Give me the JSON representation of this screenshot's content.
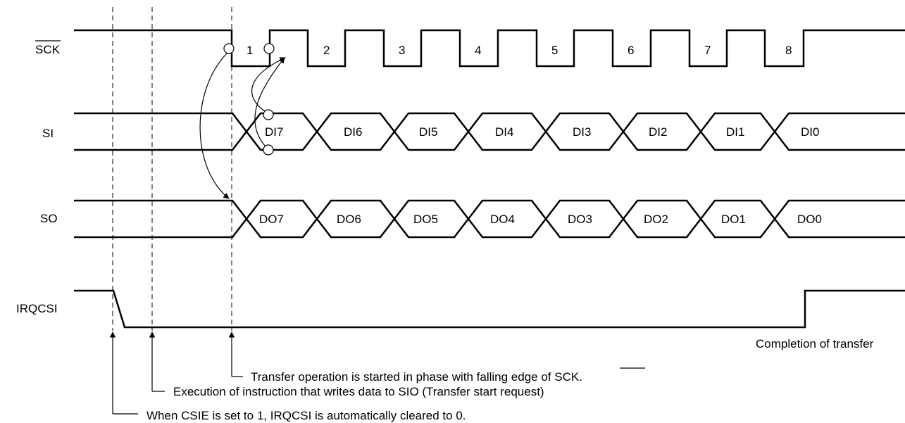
{
  "signals": {
    "sck": "SCK",
    "si": "SI",
    "so": "SO",
    "irqcsi": "IRQCSI"
  },
  "clock_numbers": [
    "1",
    "2",
    "3",
    "4",
    "5",
    "6",
    "7",
    "8"
  ],
  "si_data": [
    "DI7",
    "DI6",
    "DI5",
    "DI4",
    "DI3",
    "DI2",
    "DI1",
    "DI0"
  ],
  "so_data": [
    "DO7",
    "DO6",
    "DO5",
    "DO4",
    "DO3",
    "DO2",
    "DO1",
    "DO0"
  ],
  "annotations": {
    "completion": "Completion of transfer",
    "transfer_start_prefix": "Transfer operation is started in phase with falling edge of ",
    "transfer_start_sck": "SCK",
    "transfer_start_suffix": ".",
    "execution": "Execution of instruction that writes data to SIO (Transfer start request)",
    "csie": "When CSIE is set to 1, IRQCSI is automatically cleared to 0."
  }
}
